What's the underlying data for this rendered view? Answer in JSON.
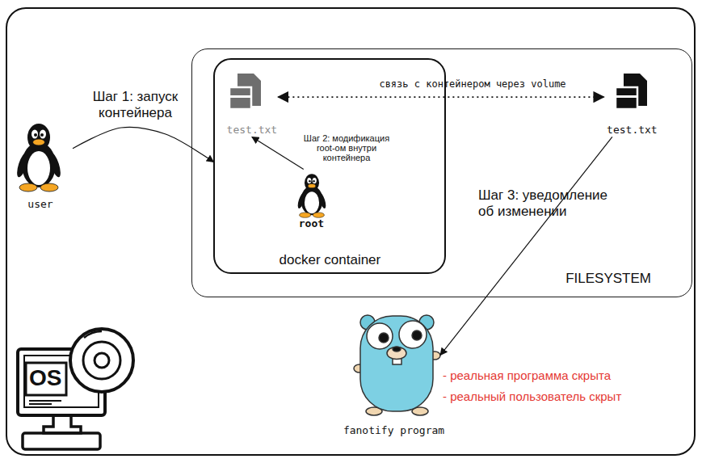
{
  "diagram": {
    "nodes": [
      {
        "text": [
          "FILESYSTEM"
        ]
      },
      {
        "text": [
          "docker container"
        ],
        "in": 0
      },
      {
        "text": [
          "test.txt"
        ],
        "in": 1
      },
      {
        "text": [
          "root"
        ],
        "in": 1
      },
      {
        "text": [
          "test.txt"
        ],
        "in": 0
      },
      {
        "text": [
          "user"
        ]
      },
      {
        "text": [
          "fanotify program"
        ]
      }
    ],
    "edges": [
      {
        "from": 5,
        "to": 1,
        "arrow": "to",
        "label": "Шаг 1: запуск контейнера"
      },
      {
        "from": 2,
        "to": 4,
        "arrow": "both",
        "label": "связь с контейнером через volume"
      },
      {
        "from": 3,
        "to": 2,
        "arrow": "to",
        "label": "Шаг 2: модификация root-ом внутри контейнера"
      },
      {
        "from": 4,
        "to": 6,
        "arrow": "to",
        "label": "Шаг 3: уведомление об изменении"
      }
    ],
    "labels": [
      "- реальная программа скрыта",
      "- реальный пользователь скрыт",
      "OS"
    ]
  }
}
